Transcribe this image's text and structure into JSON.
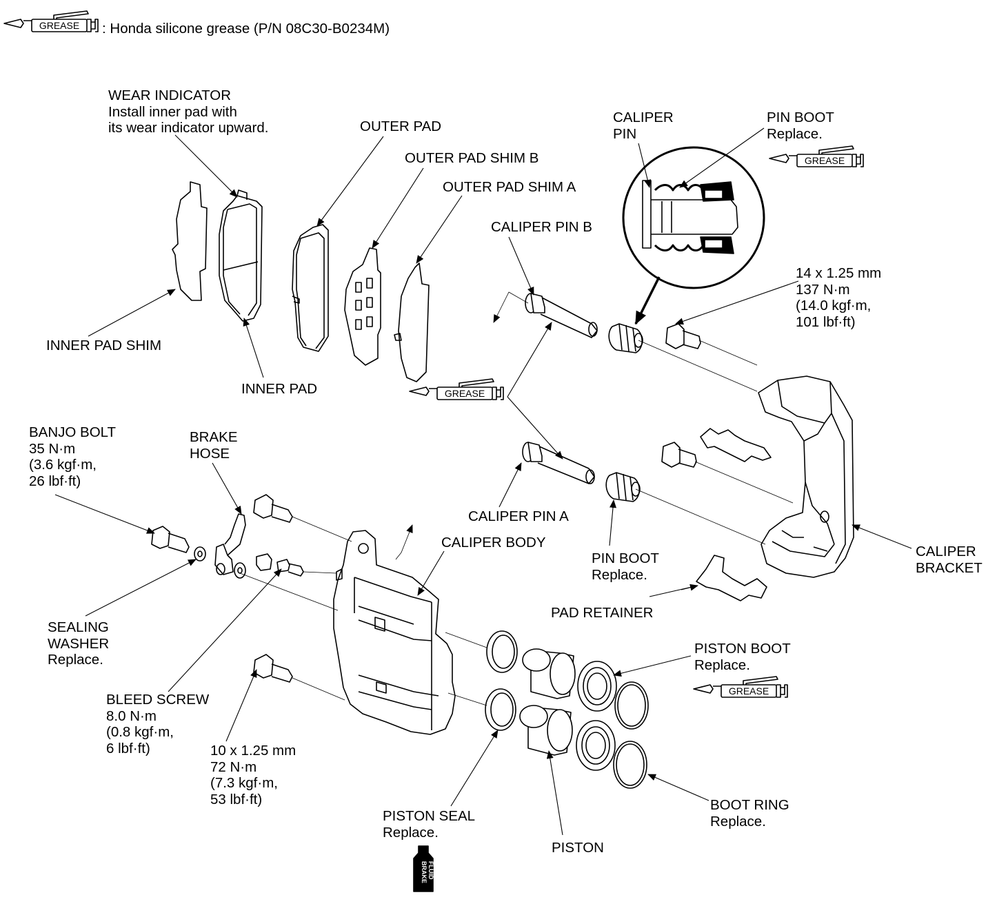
{
  "legend": {
    "icon_text": "GREASE",
    "text": ": Honda silicone grease (P/N 08C30-B0234M)"
  },
  "icons": {
    "grease": "GREASE",
    "brake_fluid_line1": "BRAKE",
    "brake_fluid_line2": "FLUID"
  },
  "labels": {
    "wear_indicator": [
      "WEAR INDICATOR",
      "Install inner pad with",
      "its wear indicator upward."
    ],
    "outer_pad": [
      "OUTER PAD"
    ],
    "outer_pad_shim_b": [
      "OUTER PAD SHIM B"
    ],
    "outer_pad_shim_a": [
      "OUTER PAD SHIM A"
    ],
    "caliper_pin_b": [
      "CALIPER PIN B"
    ],
    "caliper_pin_detail": [
      "CALIPER",
      "PIN"
    ],
    "pin_boot_top": [
      "PIN BOOT",
      "Replace."
    ],
    "bolt_14": [
      "14 x 1.25 mm",
      "137 N·m",
      "(14.0 kgf·m,",
      "101 lbf·ft)"
    ],
    "inner_pad_shim": [
      "INNER PAD SHIM"
    ],
    "inner_pad": [
      "INNER PAD"
    ],
    "banjo_bolt": [
      "BANJO BOLT",
      "35 N·m",
      "(3.6 kgf·m,",
      "26 lbf·ft)"
    ],
    "brake_hose": [
      "BRAKE",
      "HOSE"
    ],
    "caliper_pin_a": [
      "CALIPER PIN A"
    ],
    "caliper_body": [
      "CALIPER BODY"
    ],
    "pin_boot_bottom": [
      "PIN BOOT",
      "Replace."
    ],
    "caliper_bracket": [
      "CALIPER",
      "BRACKET"
    ],
    "pad_retainer": [
      "PAD RETAINER"
    ],
    "sealing_washer": [
      "SEALING",
      "WASHER",
      "Replace."
    ],
    "piston_boot": [
      "PISTON BOOT",
      "Replace."
    ],
    "bleed_screw": [
      "BLEED SCREW",
      "8.0 N·m",
      "(0.8 kgf·m,",
      "6 lbf·ft)"
    ],
    "bolt_10": [
      "10 x 1.25 mm",
      "72 N·m",
      "(7.3 kgf·m,",
      "53 lbf·ft)"
    ],
    "boot_ring": [
      "BOOT RING",
      "Replace."
    ],
    "piston_seal": [
      "PISTON SEAL",
      "Replace."
    ],
    "piston": [
      "PISTON"
    ]
  }
}
